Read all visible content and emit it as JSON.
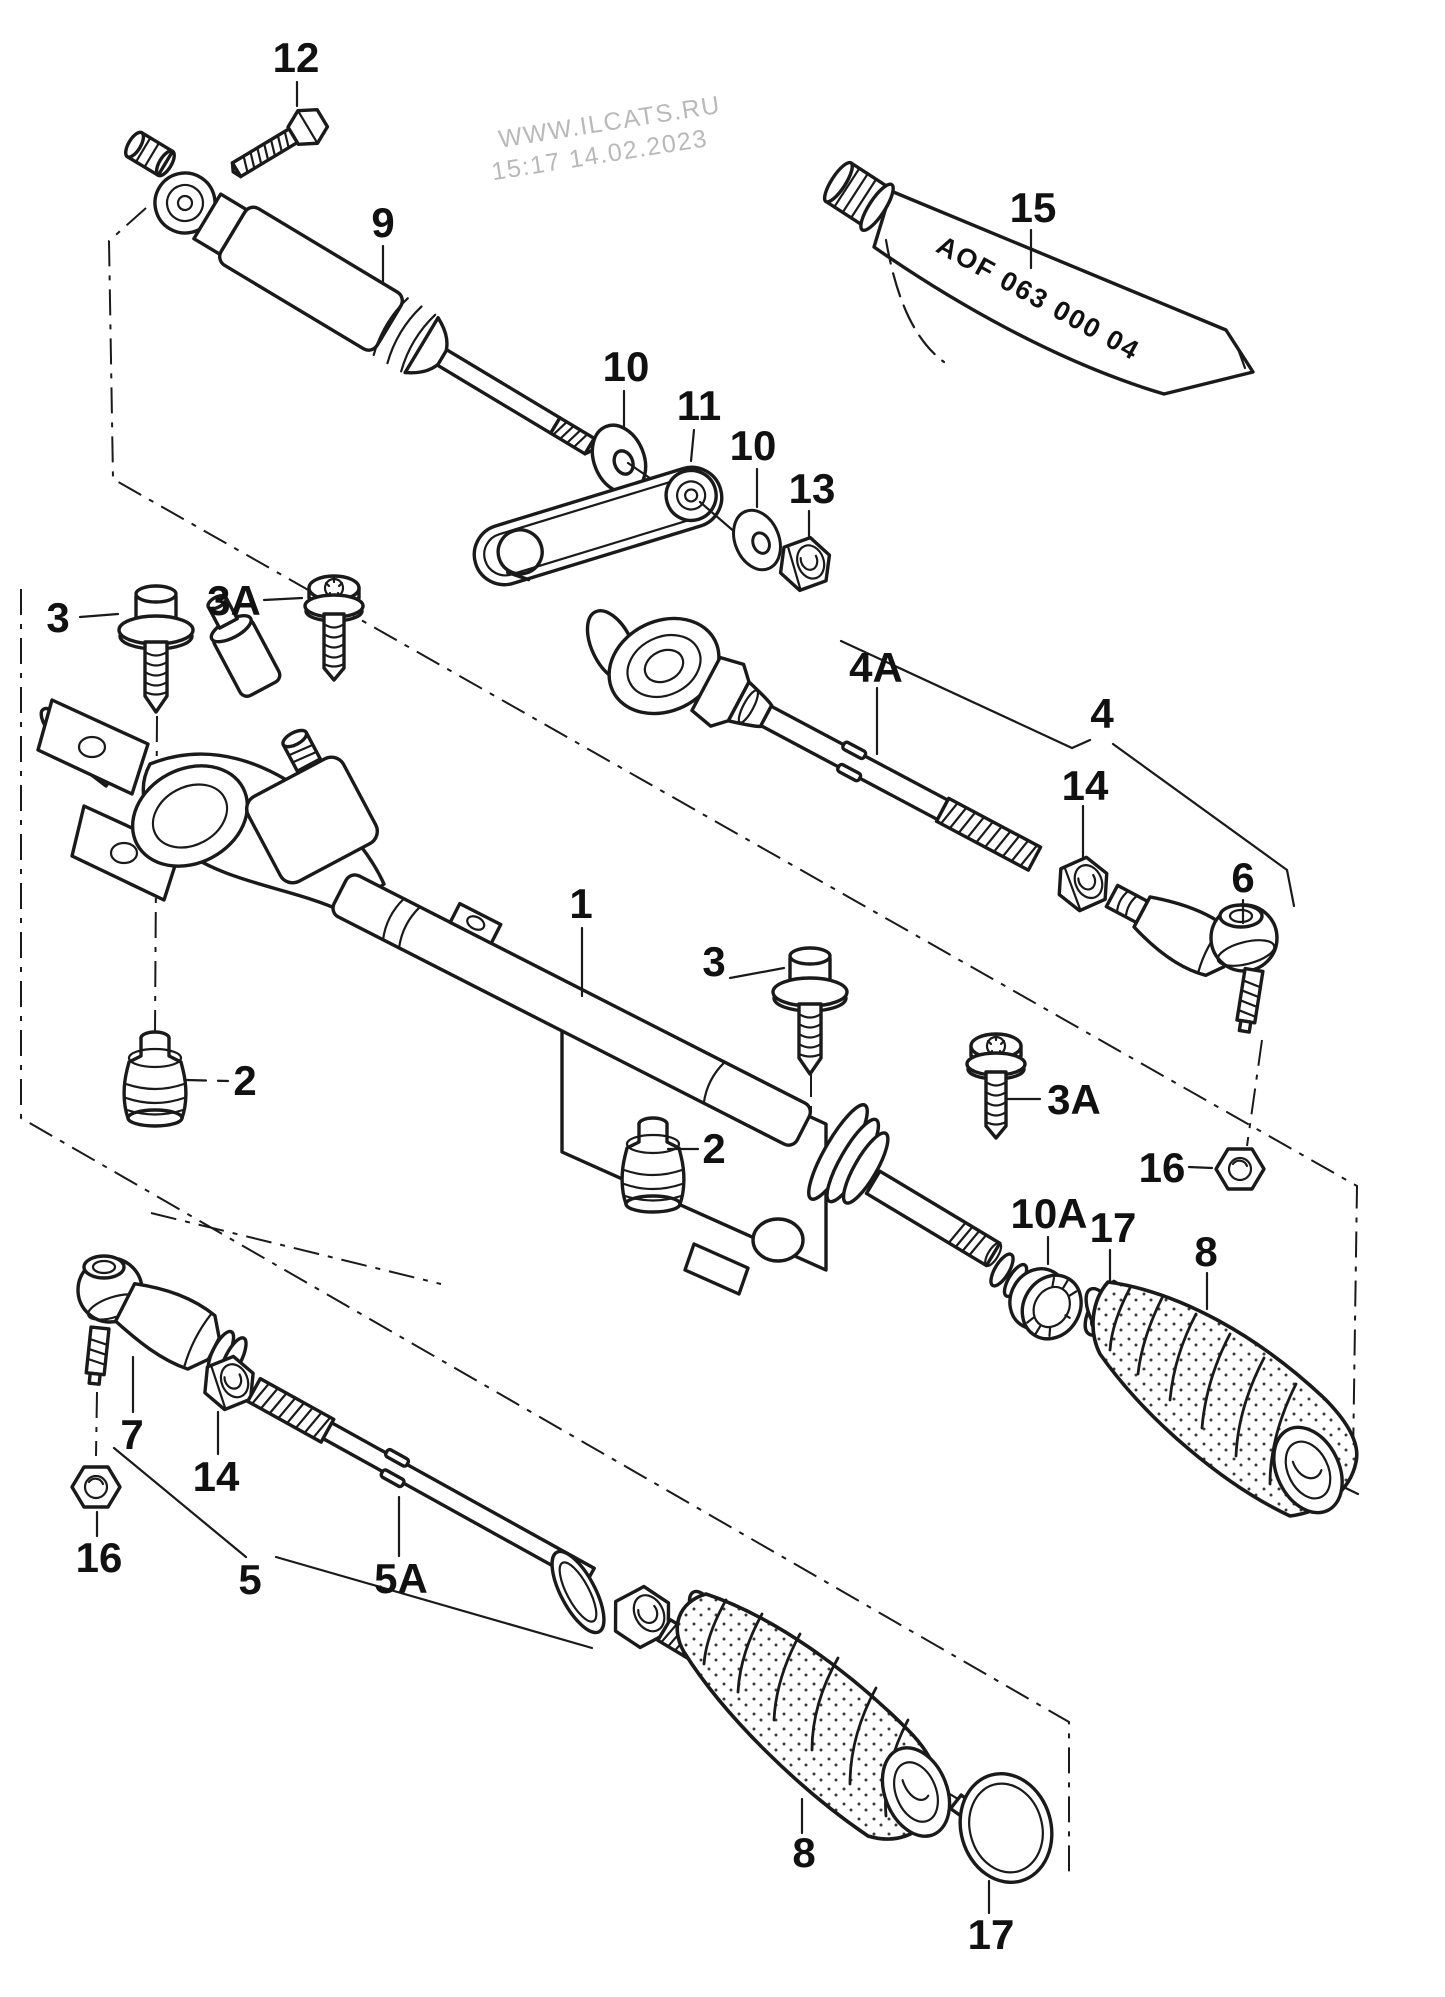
{
  "page": {
    "background": "#ffffff",
    "line_color": "#1a1a1a",
    "label_color": "#111111",
    "watermark_color": "#b9b9b9"
  },
  "watermark": {
    "line1": "WWW.ILCATS.RU",
    "line2": "15:17 14.02.2023"
  },
  "grease_tube": {
    "print": "AOF 063 000 04"
  },
  "callouts": {
    "bolt12": "12",
    "damper9": "9",
    "tube15": "15",
    "washer10_upper": "10",
    "bracket11": "11",
    "washer10_lower": "10",
    "nut13": "13",
    "bolt3_left": "3",
    "screw3a_left": "3A",
    "rod4a": "4A",
    "assembly4": "4",
    "nut14_right": "14",
    "tierodend6": "6",
    "rack1": "1",
    "bolt3_mid": "3",
    "screw3a_mid": "3A",
    "bushing2_left": "2",
    "bushing2_bottom": "2",
    "nut16_right": "16",
    "grommet10a": "10A",
    "clamp17_right": "17",
    "boot8_right": "8",
    "tierodend7": "7",
    "nut14_bottom": "14",
    "nut16_bottom": "16",
    "assembly5": "5",
    "rod5a": "5A",
    "boot8_bottom": "8",
    "clamp17_bottom": "17"
  }
}
